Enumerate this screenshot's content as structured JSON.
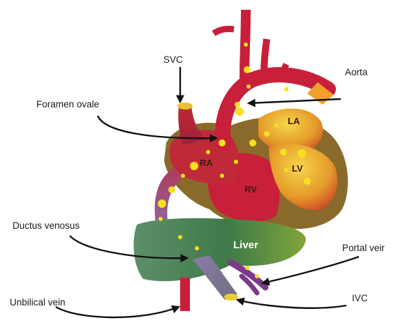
{
  "labels": {
    "svc": "SVC",
    "aorta": "Aorta",
    "foramen_ovale": "Foramen ovale",
    "ductus_venosus": "Ductus venosus",
    "portal_vein": "Portal veir",
    "ivc": "IVC",
    "umbilical_vein": "Unbilical vein"
  },
  "chambers": {
    "la": "LA",
    "lv": "LV",
    "ra": "RA",
    "rv": "RV"
  },
  "liver_label": "Liver",
  "colors": {
    "oxygenated": "#f0c419",
    "mixed": "#c8203a",
    "deoxygenated": "#7b3a8a",
    "pericardium": "#8a6a2a",
    "liver": "#3f7a48"
  }
}
